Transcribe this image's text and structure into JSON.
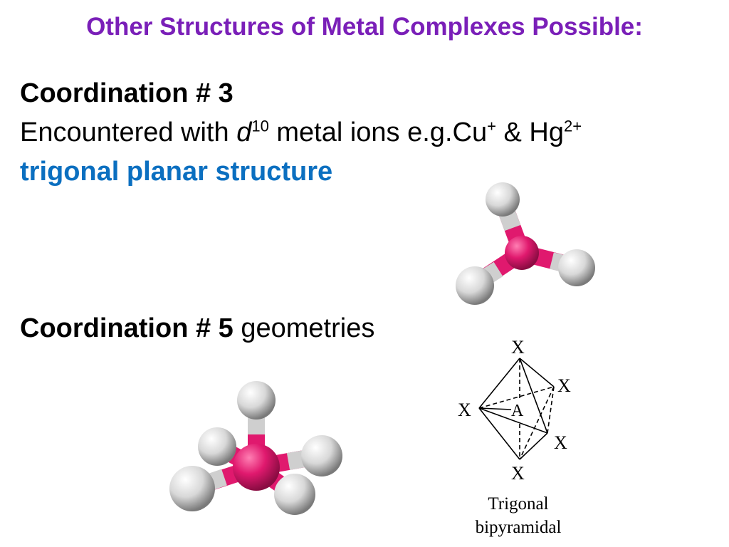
{
  "slide": {
    "title": "Other Structures of Metal Complexes Possible:",
    "cn3": {
      "heading": "Coordination # 3",
      "desc_prefix": "Encountered with ",
      "d": "d",
      "d_sup": "10",
      "desc_mid": " metal ions e.g.Cu",
      "cu_sup": "+",
      "desc_amp": " & Hg",
      "hg_sup": "2+",
      "structure": "trigonal planar structure"
    },
    "cn5": {
      "heading": "Coordination # 5",
      "suffix": " geometries"
    },
    "diagram": {
      "ligand": "X",
      "center": "A",
      "caption_line1": "Trigonal",
      "caption_line2": "bipyramidal"
    },
    "colors": {
      "title": "#7a1fb8",
      "highlight": "#0b6fc0",
      "metal": "#e0196e",
      "ligand": "#d9d9d9"
    }
  }
}
